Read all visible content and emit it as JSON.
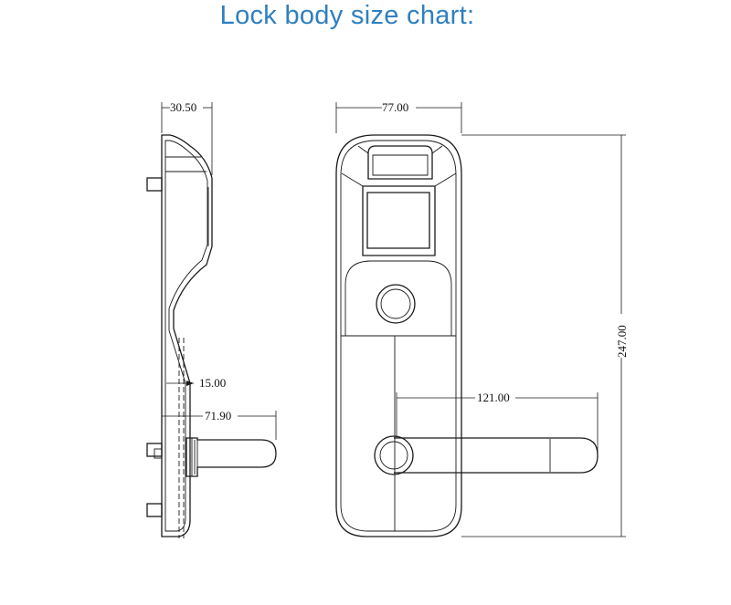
{
  "title": "Lock body size chart:",
  "colors": {
    "title": "#2f7fc0",
    "line": "#1a1a1a"
  },
  "dimensions": {
    "side_thickness": "30.50",
    "front_width": "77.00",
    "front_height": "247.00",
    "handle_length": "121.00",
    "side_offset": "15.00",
    "side_handle_projection": "71.90"
  }
}
